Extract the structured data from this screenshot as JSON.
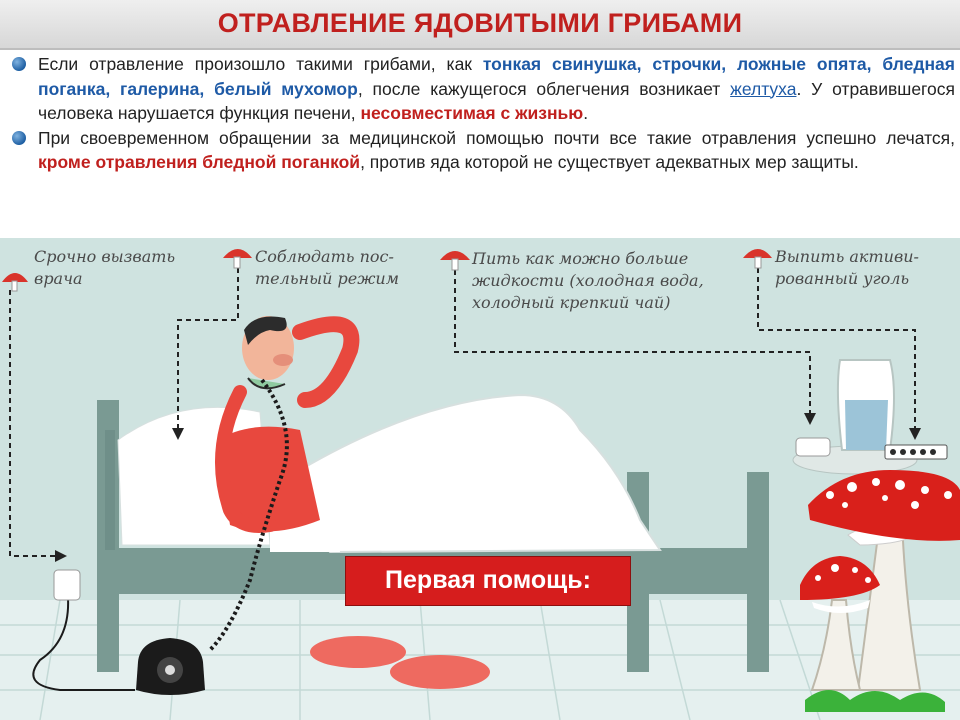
{
  "title": "ОТРАВЛЕНИЕ ЯДОВИТЫМИ ГРИБАМИ",
  "p1": {
    "a": "Если отравление произошло такими грибами, как ",
    "b": "тонкая свинушка, строчки, ложные опята, бледная поганка, галерина, белый мухомор",
    "c": ", после кажущегося облегчения возникает ",
    "d": "желтуха",
    "e": ". У отравившегося человека нарушается функция печени, ",
    "f": "несовместимая с жизнью",
    "g": "."
  },
  "p2": {
    "a": "При своевременном обращении за медицинской помощью почти все такие отравления успешно лечатся, ",
    "b": "кроме отравления бледной поганкой",
    "c": ", против яда которой не существует адекватных мер защиты."
  },
  "tips": {
    "t1": [
      "Срочно вызвать",
      "врача"
    ],
    "t2": [
      "Соблюдать пос-",
      "тельный режим"
    ],
    "t3": [
      "Пить как можно больше",
      "жидкости (холодная вода,",
      "холодный крепкий чай)"
    ],
    "t4": [
      "Выпить активи-",
      "рованный уголь"
    ]
  },
  "first_aid": "Первая помощь:",
  "colors": {
    "title": "#c0201e",
    "highlight_blue": "#1e5aa6",
    "scene_bg": "#cfe3e0",
    "aid_box": "#d61d1d"
  }
}
